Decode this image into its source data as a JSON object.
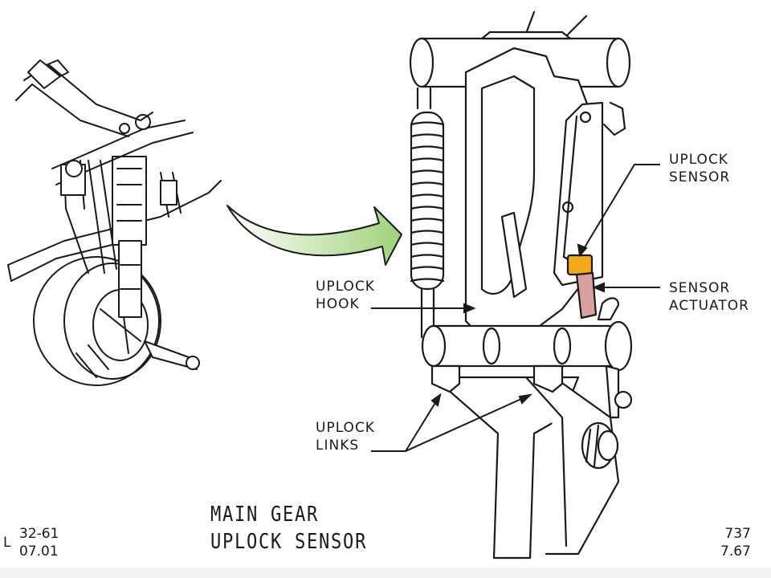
{
  "labels": {
    "uplock_sensor": [
      "UPLOCK",
      "SENSOR"
    ],
    "sensor_actuator": [
      "SENSOR",
      "ACTUATOR"
    ],
    "uplock_hook": [
      "UPLOCK",
      "HOOK"
    ],
    "uplock_links": [
      "UPLOCK",
      "LINKS"
    ]
  },
  "title": [
    "MAIN GEAR",
    "UPLOCK SENSOR"
  ],
  "doc_ref": {
    "prefix": "L",
    "lines": [
      "32-61",
      "07.01"
    ]
  },
  "model_ref": [
    "737",
    "7.67"
  ],
  "colors": {
    "arrow_fill": "#9fd27a",
    "sensor": "#f2a818",
    "actuator": "#d9a0a0",
    "ink": "#1a1a1a"
  }
}
